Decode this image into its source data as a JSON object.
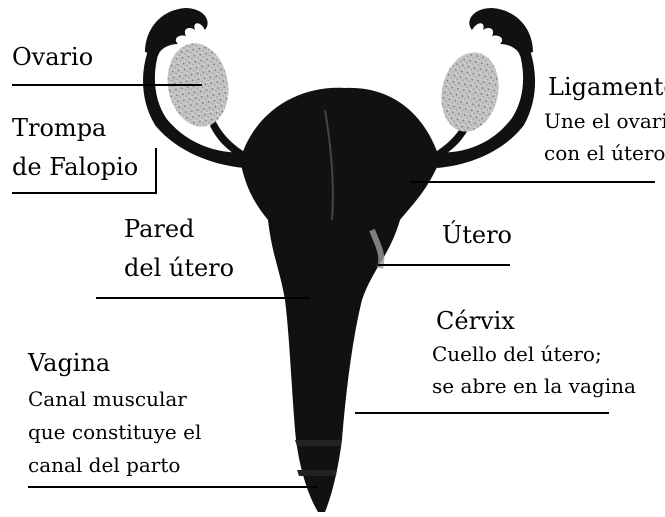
{
  "labels": {
    "ovario": "Ovario",
    "trompa_l1": "Trompa",
    "trompa_l2": "de Falopio",
    "pared_l1": "Pared",
    "pared_l2": "del útero",
    "vagina_title": "Vagina",
    "vagina_desc_l1": "Canal muscular",
    "vagina_desc_l2": "que constituye el",
    "vagina_desc_l3": "canal del parto",
    "ligamento_title": "Ligamento",
    "ligamento_desc_l1": "Une el ovario",
    "ligamento_desc_l2": "con el útero",
    "utero": "Útero",
    "cervix_title": "Cérvix",
    "cervix_desc_l1": "Cuello del útero;",
    "cervix_desc_l2": "se abre en la vagina"
  },
  "colors": {
    "organ": "#111111",
    "ovary_fill": "#bdbdbd",
    "leader_line": "#000000",
    "background": "#ffffff"
  }
}
